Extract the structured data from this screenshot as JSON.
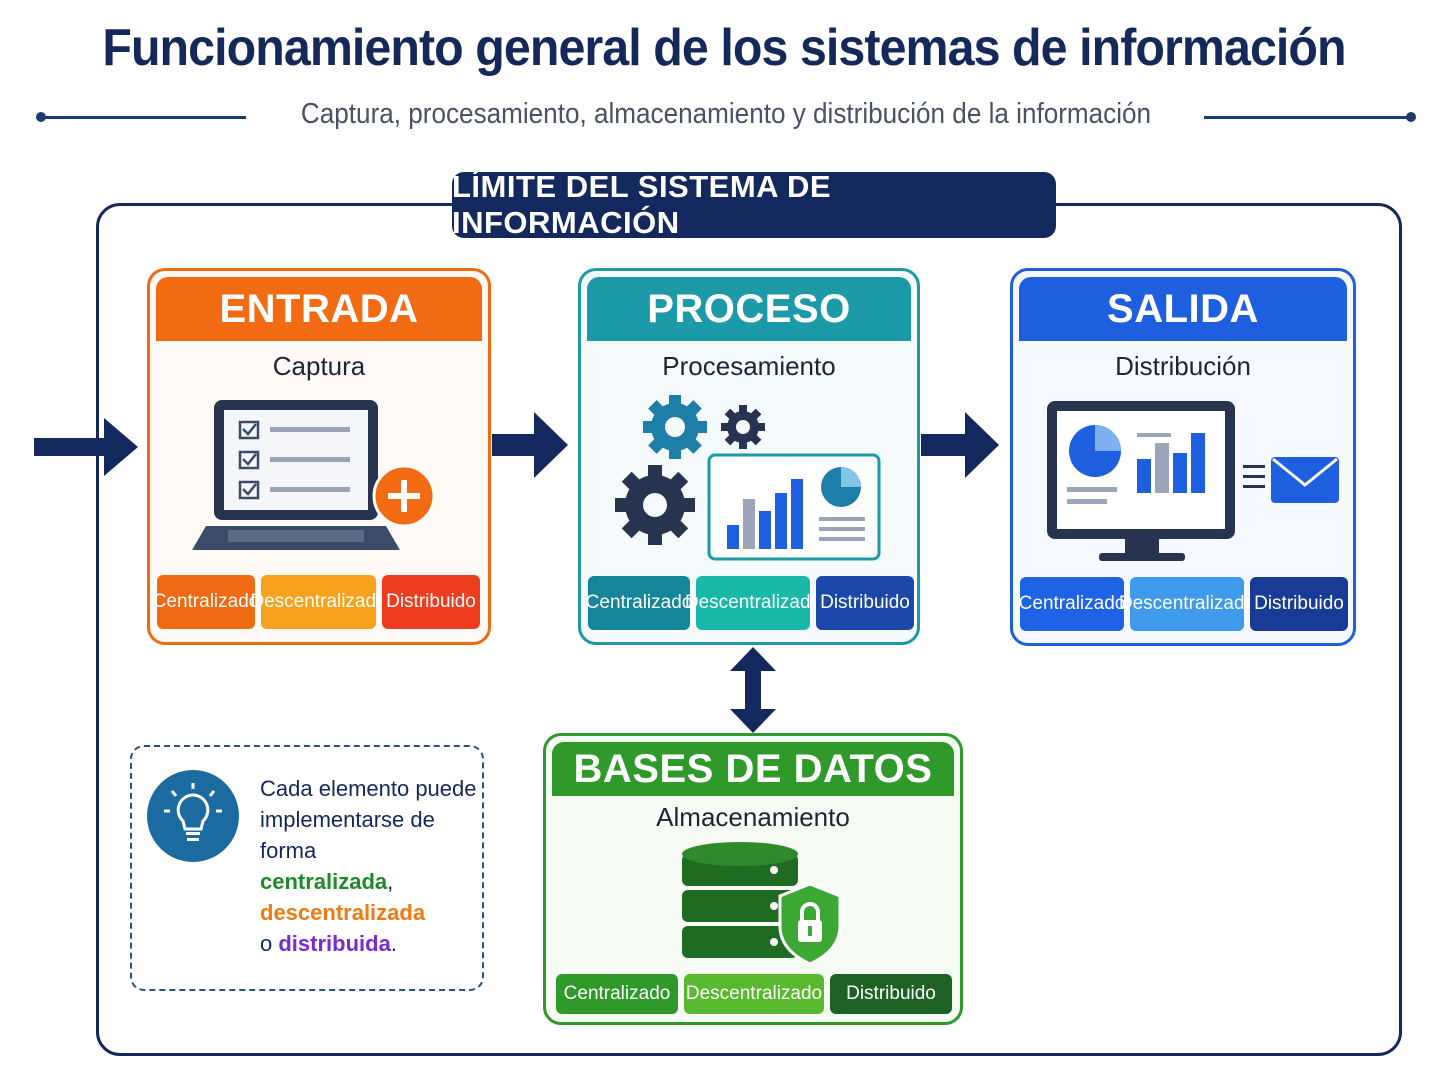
{
  "title": "Funcionamiento general de los sistemas de información",
  "subtitle": "Captura, procesamiento, almacenamiento y distribución de la información",
  "boundary_label": "LÍMITE DEL SISTEMA DE INFORMACIÓN",
  "entrada": {
    "title": "ENTRADA",
    "subtitle": "Captura",
    "chips": [
      "Centralizado",
      "Descentralizado",
      "Distribuido"
    ],
    "color": "#f26a12"
  },
  "proceso": {
    "title": "PROCESO",
    "subtitle": "Procesamiento",
    "chips": [
      "Centralizado",
      "Descentralizado",
      "Distribuido"
    ],
    "color": "#1d9aa8"
  },
  "salida": {
    "title": "SALIDA",
    "subtitle": "Distribución",
    "chips": [
      "Centralizado",
      "Descentralizado",
      "Distribuido"
    ],
    "color": "#1e5fe0"
  },
  "bases": {
    "title": "BASES DE DATOS",
    "subtitle": "Almacenamiento",
    "chips": [
      "Centralizado",
      "Descentralizado",
      "Distribuido"
    ],
    "color": "#2f9a2a"
  },
  "note": {
    "line1": "Cada elemento puede",
    "line2": "implementarse de",
    "line3": "forma",
    "centralizada": "centralizada",
    "comma": ",",
    "descentralizada": "descentralizada",
    "o": "o ",
    "distribuida": "distribuida",
    "period": "."
  },
  "icons": {
    "entrada": "laptop-checklist-icon",
    "proceso": "gears-chart-icon",
    "salida": "monitor-report-email-icon",
    "bases": "database-lock-icon",
    "note": "lightbulb-icon"
  }
}
